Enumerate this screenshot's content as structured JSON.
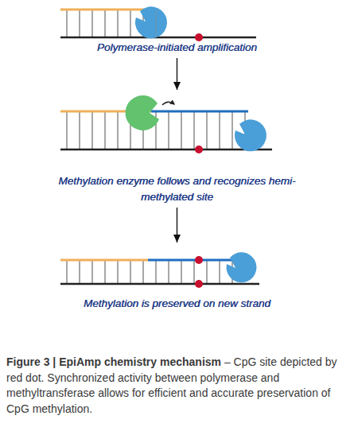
{
  "diagram": {
    "title": "Figure 3 | EpiAmp chemistry mechanism",
    "caption": "– CpG site depicted by red dot. Synchronized activity between polymerase and methyltransferase allows for efficient and accurate preservation of CpG methylation.",
    "nodes": [
      {
        "text": [
          "Polymerase-initiated amplification"
        ]
      },
      {
        "text": [
          "Methylation enzyme follows and recognizes hemi-methylated site"
        ]
      },
      {
        "text": [
          "Methylation is preserved on new strand"
        ]
      }
    ],
    "edges": [
      {
        "from": 0,
        "to": 1,
        "arrow": "to"
      },
      {
        "from": 1,
        "to": 2,
        "arrow": "to"
      }
    ]
  }
}
